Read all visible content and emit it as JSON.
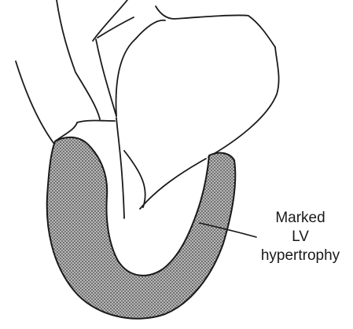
{
  "annotation": {
    "lines": [
      "Marked",
      "LV",
      "hypertrophy"
    ]
  },
  "colors": {
    "ink": "#1a1a1a",
    "wall_fill": "#8c8c8c",
    "background": "#ffffff"
  }
}
